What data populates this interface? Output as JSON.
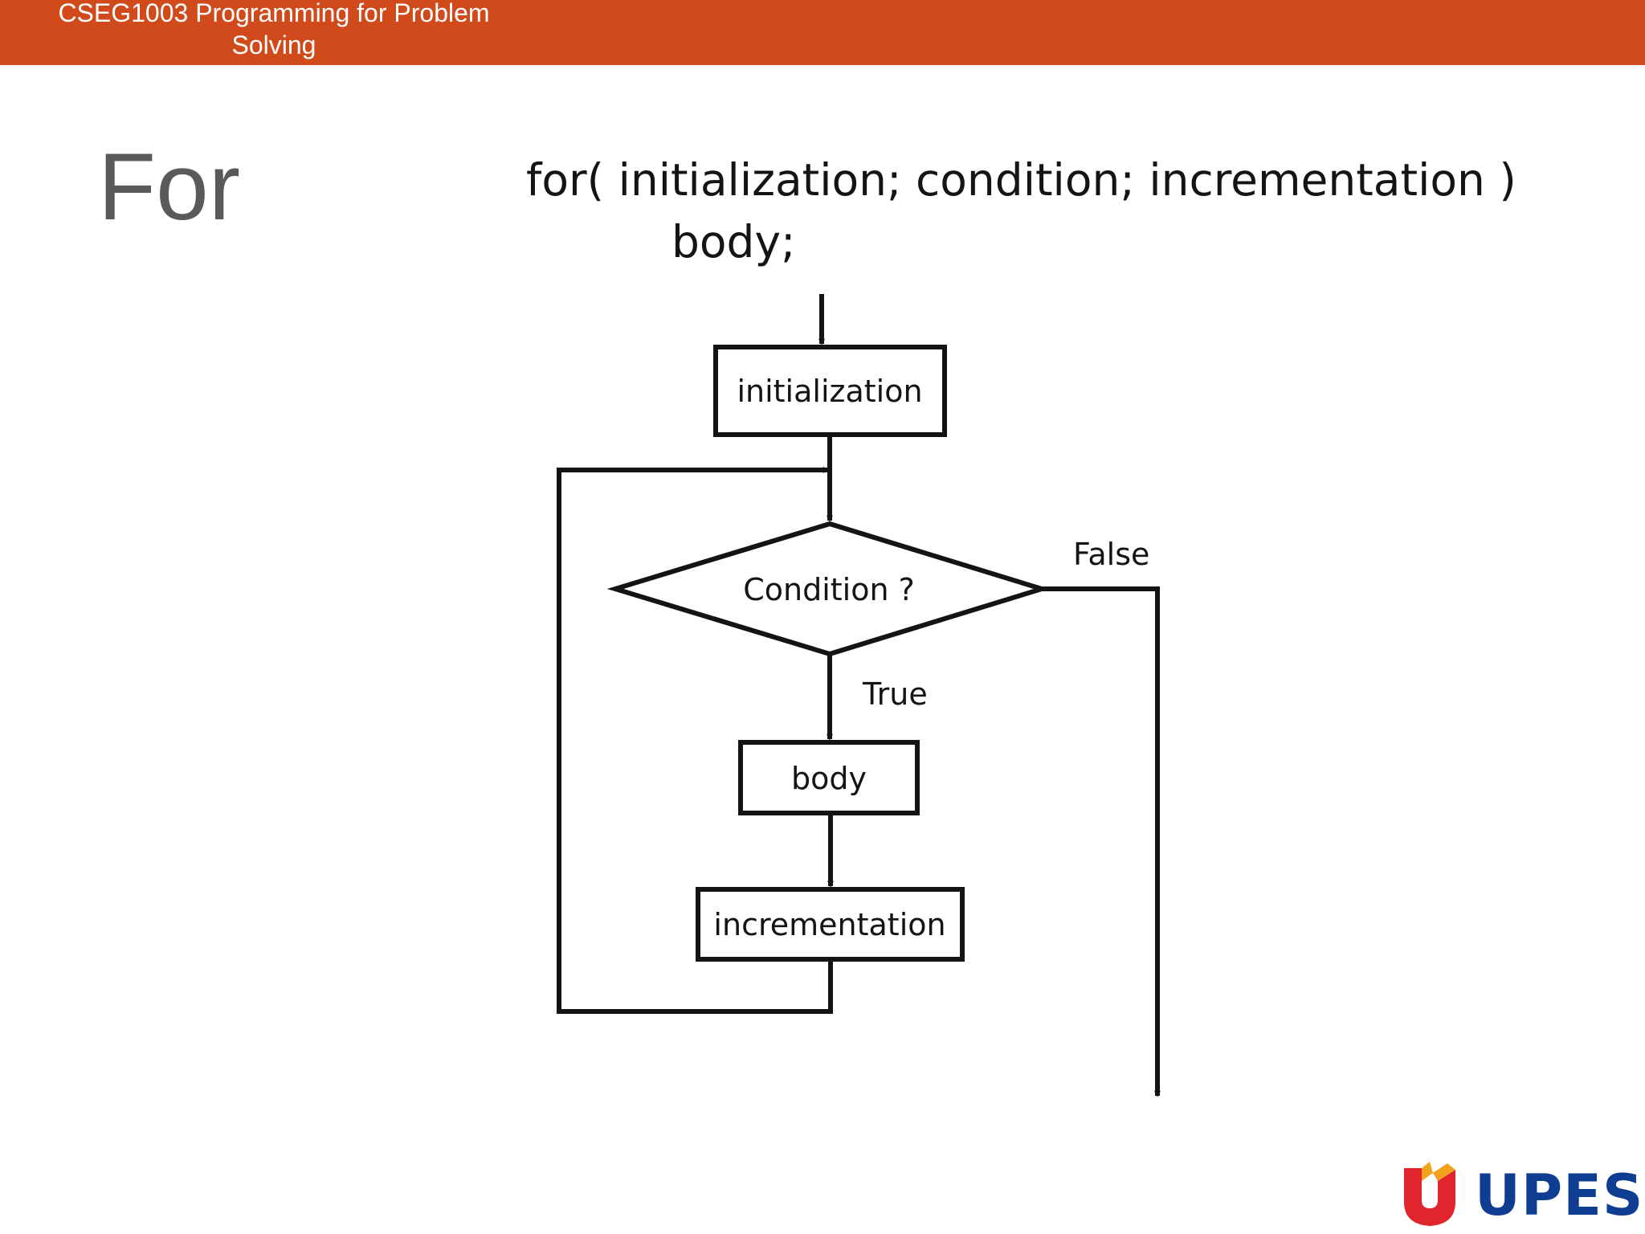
{
  "header": {
    "course_title": "CSEG1003 Programming for Problem\nSolving",
    "color": "#d04a1b"
  },
  "slide": {
    "title": "For",
    "syntax_line_1": "for( initialization; condition; incrementation )",
    "syntax_line_2": "body;"
  },
  "flowchart": {
    "init_label": "initialization",
    "condition_label": "Condition ?",
    "true_label": "True",
    "false_label": "False",
    "body_label": "body",
    "increment_label": "incrementation"
  },
  "logo": {
    "text": "UPES",
    "icon": "upes-shield-icon",
    "colors": {
      "red": "#e0262c",
      "orange": "#f2a21b",
      "navy": "#0e3d91"
    }
  }
}
